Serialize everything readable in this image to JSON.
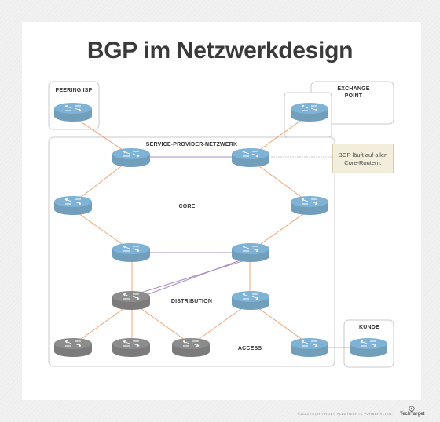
{
  "title": "BGP im Netzwerkdesign",
  "labels": {
    "peering_isp": "PEERING ISP",
    "exchange_point_line1": "EXCHANGE",
    "exchange_point_line2": "POINT",
    "service_provider": "SERVICE-PROVIDER-NETZWERK",
    "core": "CORE",
    "distribution": "DISTRIBUTION",
    "access": "ACCESS",
    "kunde": "KUNDE"
  },
  "note": {
    "line1": "BGP läuft auf allen",
    "line2": "Core-Routern."
  },
  "footer": {
    "copyright": "©2023 TECHTARGET. ALLE RECHTE VORBEHALTEN.",
    "brand": "TechTarget"
  },
  "colors": {
    "router_blue": "#7fb3d5",
    "router_gray": "#8c8c8c",
    "link_orange": "#f0a474",
    "link_purple": "#a98cc0",
    "box_border": "#c8c8c8"
  }
}
